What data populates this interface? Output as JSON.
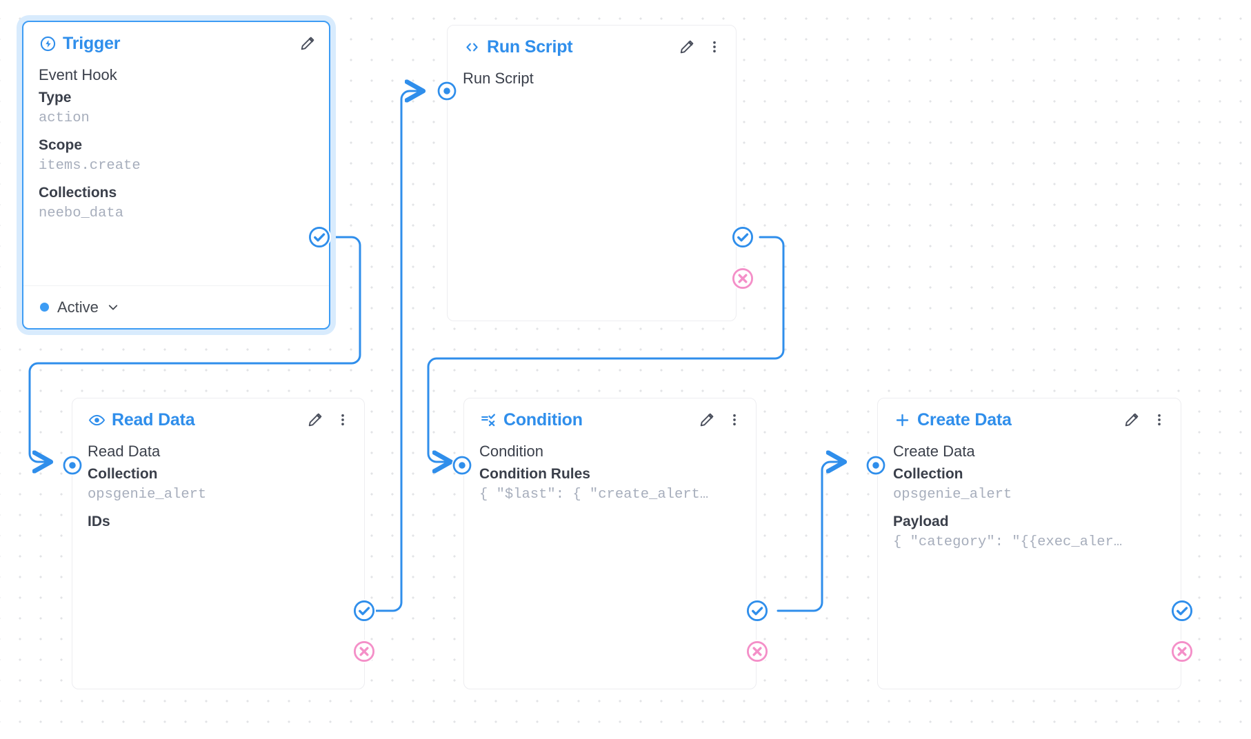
{
  "canvas": {
    "grid": "dotted",
    "background": "#ffffff",
    "accent": "#2f8eeb",
    "error_color": "#f48fc8"
  },
  "nodes": [
    {
      "id": "trigger",
      "title": "Trigger",
      "icon": "lightning-bolt-circle-icon",
      "selected": true,
      "row_name": "Event Hook",
      "fields": [
        {
          "label": "Type",
          "value": "action"
        },
        {
          "label": "Scope",
          "value": "items.create"
        },
        {
          "label": "Collections",
          "value": "neebo_data"
        }
      ],
      "status": {
        "label": "Active",
        "color": "#3d9cf4",
        "chevron": "chevron-down-icon"
      },
      "has_edit": true,
      "has_menu": false
    },
    {
      "id": "run-script",
      "title": "Run Script",
      "icon": "code-brackets-icon",
      "selected": false,
      "row_name": "Run Script",
      "fields": [],
      "has_edit": true,
      "has_menu": true
    },
    {
      "id": "read-data",
      "title": "Read Data",
      "icon": "eye-icon",
      "selected": false,
      "row_name": "Read Data",
      "fields": [
        {
          "label": "Collection",
          "value": "opsgenie_alert"
        },
        {
          "label": "IDs",
          "value": ""
        }
      ],
      "has_edit": true,
      "has_menu": true
    },
    {
      "id": "condition",
      "title": "Condition",
      "icon": "condition-branch-icon",
      "selected": false,
      "row_name": "Condition",
      "fields": [
        {
          "label": "Condition Rules",
          "value": "{ \"$last\": { \"create_alert…"
        }
      ],
      "has_edit": true,
      "has_menu": true
    },
    {
      "id": "create-data",
      "title": "Create Data",
      "icon": "plus-icon",
      "selected": false,
      "row_name": "Create Data",
      "fields": [
        {
          "label": "Collection",
          "value": "opsgenie_alert"
        },
        {
          "label": "Payload",
          "value": "{ \"category\": \"{{exec_aler…"
        }
      ],
      "has_edit": true,
      "has_menu": true
    }
  ],
  "ports": {
    "success_icon": "check-circle-icon",
    "reject_icon": "x-circle-icon",
    "input_icon": "input-dot-icon"
  }
}
